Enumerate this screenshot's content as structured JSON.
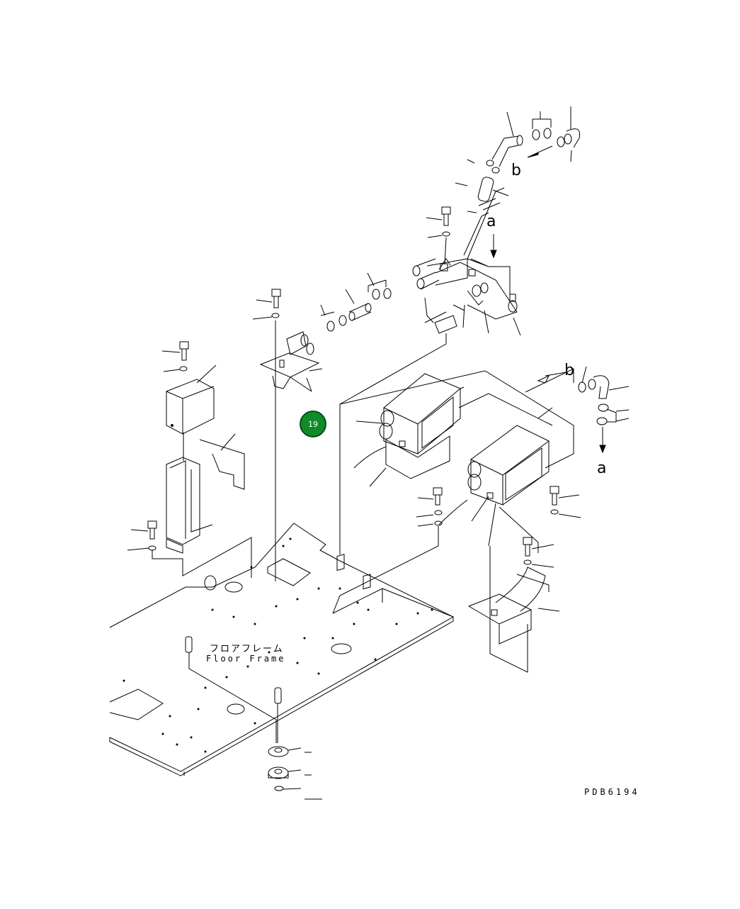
{
  "diagram": {
    "labels": {
      "frame_jp": "フロアフレーム",
      "frame_en": "Floor Frame",
      "drawing_code": "PDB6194",
      "ref_a_top": "a",
      "ref_b_top": "b",
      "ref_b_right": "b",
      "ref_a_right": "a"
    },
    "callout": {
      "number": "19",
      "color": "#118a2a"
    }
  }
}
